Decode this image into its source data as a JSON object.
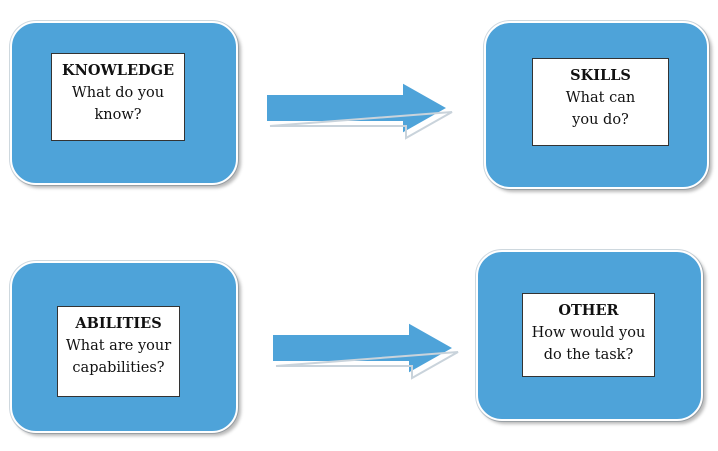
{
  "boxes": [
    {
      "title": "KNOWLEDGE",
      "question": "What do you know?"
    },
    {
      "title": "SKILLS",
      "question": "What can you do?"
    },
    {
      "title": "ABILITIES",
      "question": "What are your capabilities?"
    },
    {
      "title": "OTHER",
      "question": "How would you do the task?"
    }
  ],
  "colors": {
    "tile": "#4ea3d9",
    "arrow": "#4ea3d9",
    "card": "#ffffff"
  }
}
